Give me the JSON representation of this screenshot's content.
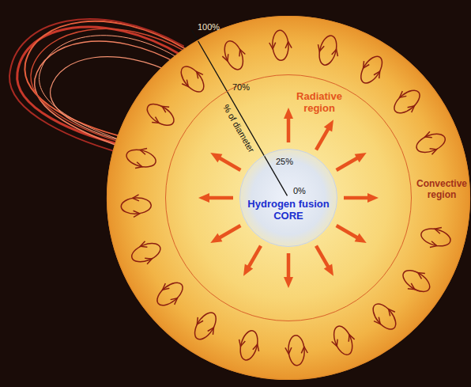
{
  "diagram": {
    "nodes": [
      {
        "text": [
          "Convective region"
        ]
      },
      {
        "text": [
          "Radiative region"
        ],
        "in": 0
      },
      {
        "text": [
          "Hydrogen fusion CORE"
        ],
        "in": 1
      }
    ],
    "labels": [
      "100%",
      "70%",
      "% of diameter",
      "25%",
      "0%"
    ]
  }
}
